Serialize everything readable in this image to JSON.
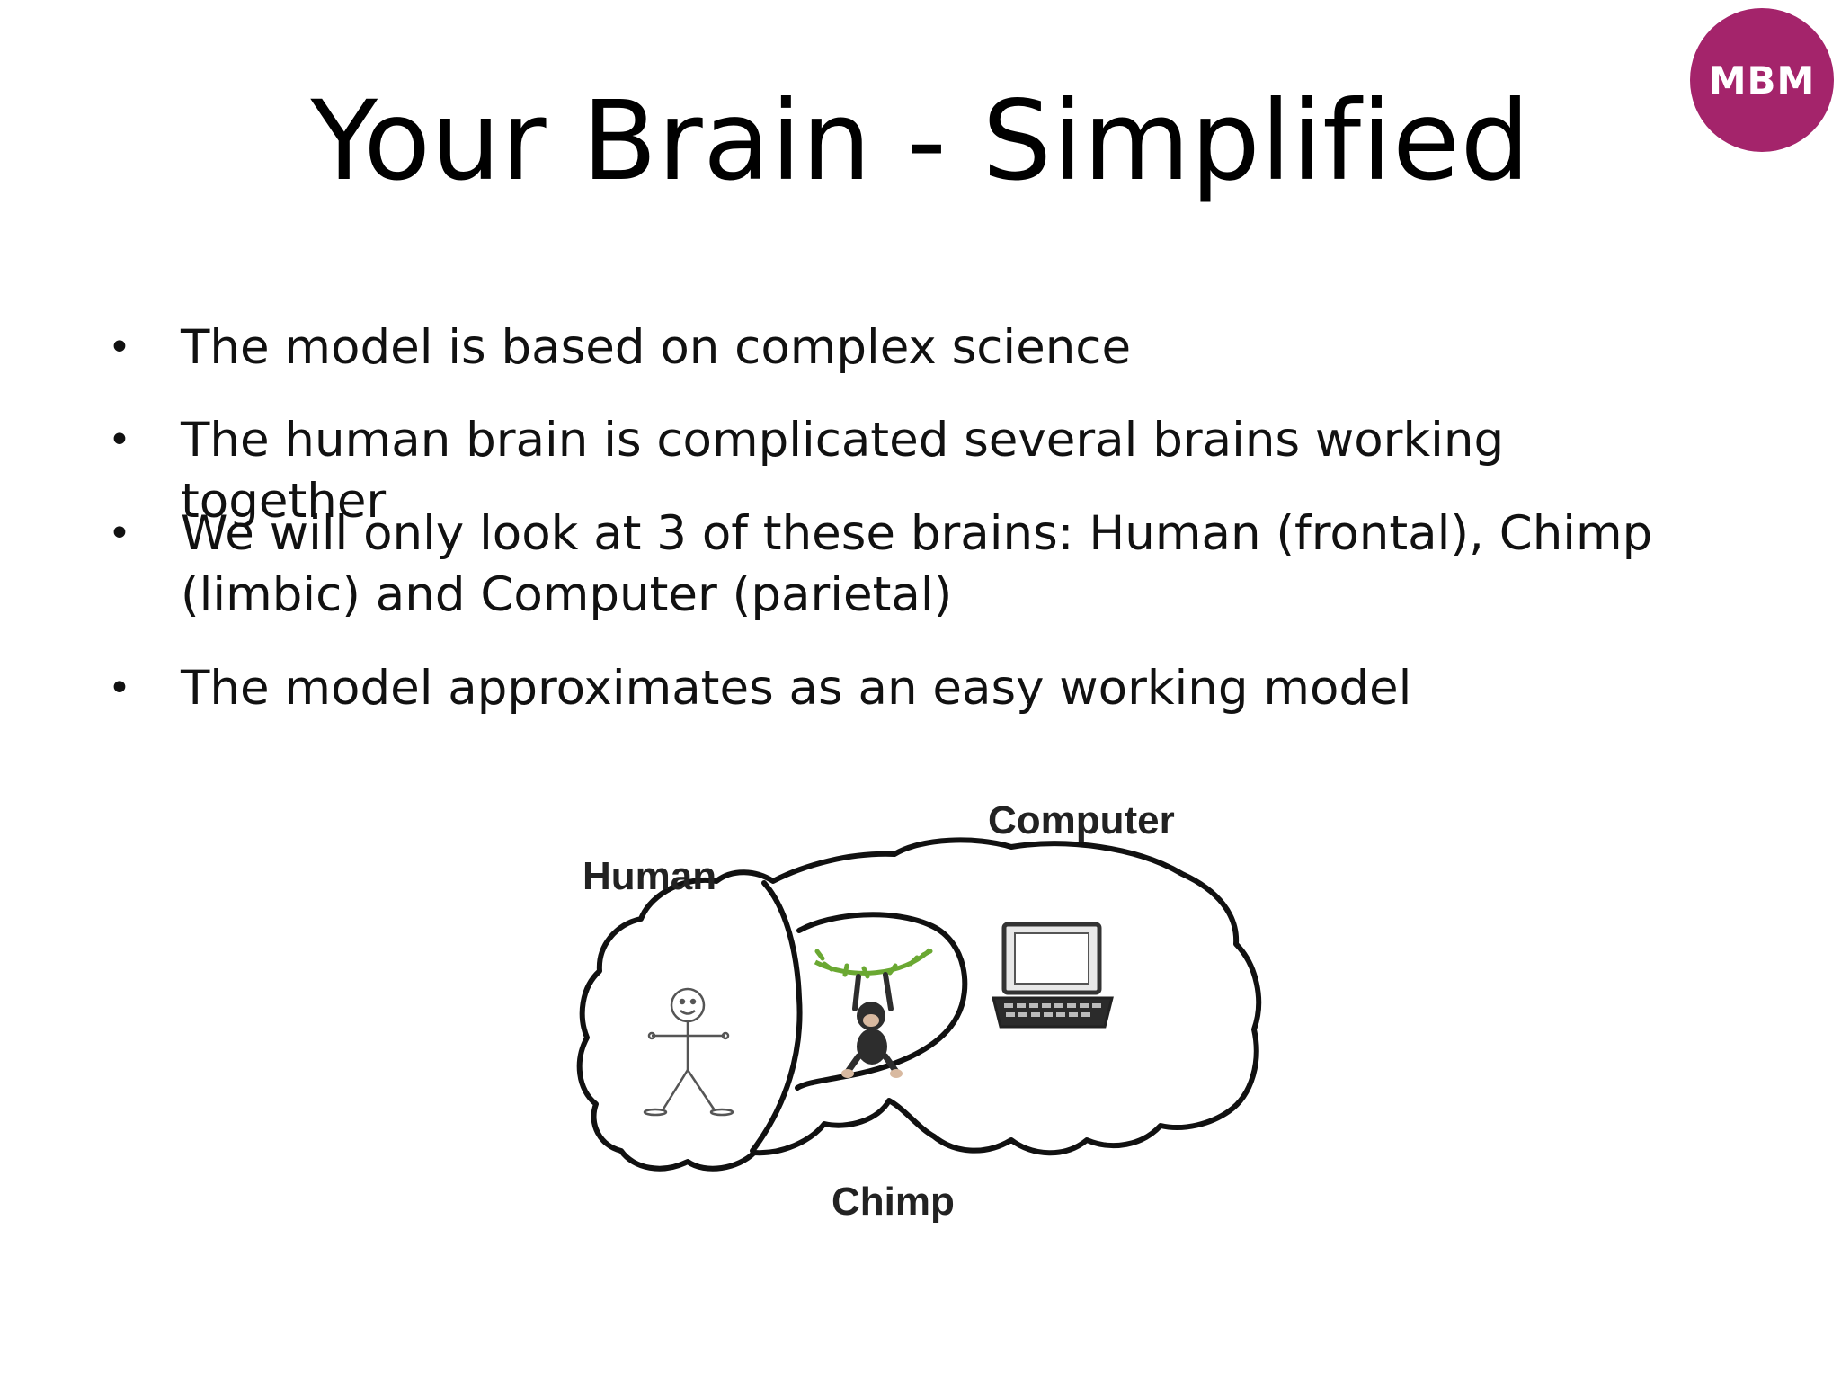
{
  "slide": {
    "title": "Your Brain - Simplified",
    "logo": {
      "text": "MBM",
      "color": "#a4246b"
    },
    "bullets": [
      {
        "marker": "•",
        "text": "The model is based on complex science"
      },
      {
        "marker": "•",
        "text": "The human brain is complicated several brains working together"
      },
      {
        "marker": "•",
        "text": "We will only look at 3 of these brains: Human (frontal), Chimp (limbic) and Computer (parietal)"
      },
      {
        "marker": "•",
        "text": "The model approximates as an easy working model"
      }
    ],
    "figure": {
      "labels": {
        "human": "Human",
        "computer": "Computer",
        "chimp": "Chimp"
      },
      "icons": [
        "stick-figure-icon",
        "monkey-on-vine-icon",
        "laptop-icon"
      ],
      "vine_color": "#6aa832"
    }
  }
}
